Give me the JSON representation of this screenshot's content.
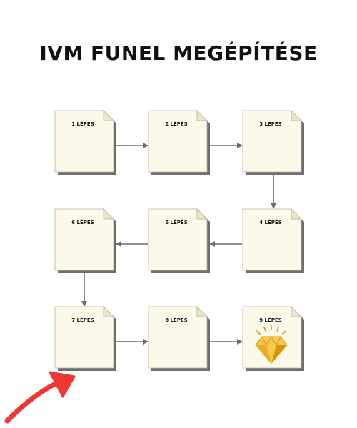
{
  "title": "IVM FUNEL MEGÉPÍTÉSE",
  "steps": [
    {
      "label": "1 LÉPÉS"
    },
    {
      "label": "2 LÉPÉS"
    },
    {
      "label": "3 LÉPÉS"
    },
    {
      "label": "4 LÉPÉS"
    },
    {
      "label": "5 LÉPÉS"
    },
    {
      "label": "6 LÉPÉS"
    },
    {
      "label": "7 LÉPÉS"
    },
    {
      "label": "8 LÉPÉS"
    },
    {
      "label": "9 LÉPÉS",
      "icon": "diamond-icon"
    }
  ],
  "colors": {
    "card_fill": "#fdf9ea",
    "card_border": "#b8b29a",
    "card_shadow": "#6e6e6e",
    "arrow": "#6b6b6b",
    "accent_arrow": "#ef3535",
    "diamond_light": "#f6c94a",
    "diamond_dark": "#d99512"
  }
}
